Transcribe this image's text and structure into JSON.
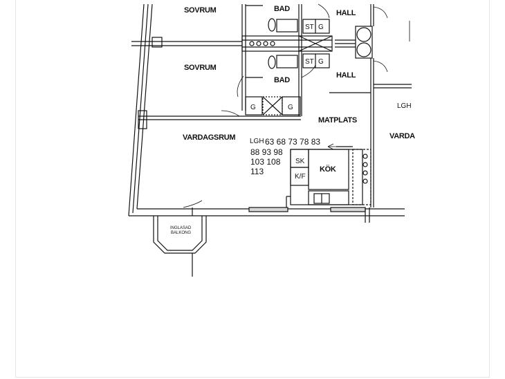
{
  "rooms": {
    "sovrum_1": "SOVRUM",
    "sovrum_2": "SOVRUM",
    "bad_1": "BAD",
    "bad_2": "BAD",
    "hall_1": "HALL",
    "hall_2": "HALL",
    "matplats": "MATPLATS",
    "vardagsrum": "VARDAGSRUM",
    "kok": "KÖK",
    "vardagsrum_right": "VARDA",
    "lgh_right": "LGH"
  },
  "fixtures": {
    "st_1": "ST",
    "g_1": "G",
    "st_2": "ST",
    "g_2": "G",
    "g_left": "G",
    "g_right": "G",
    "sk": "SK",
    "kf": "K/F"
  },
  "apartments": {
    "lgh_label": "LGH",
    "row1": "63  68 73 78 83",
    "row2": "88 93 98",
    "row3": "103  108",
    "row4": "113"
  },
  "balcony": {
    "line1": "INGLASAD",
    "line2": "BALKONG"
  },
  "colors": {
    "line": "#111111",
    "hatch": "#888888",
    "wall_fill": "#d8d8d8"
  }
}
